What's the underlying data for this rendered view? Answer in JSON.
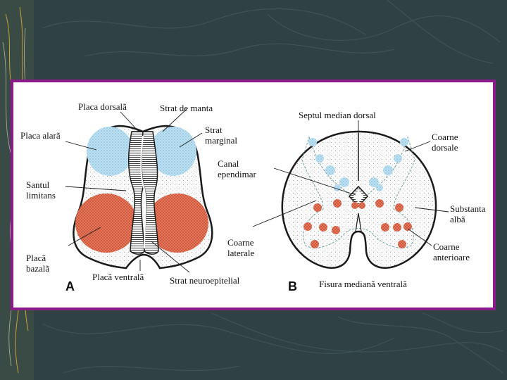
{
  "colors": {
    "background": "#2f4144",
    "frame_border": "#8c1a8c",
    "alar_plate": "#8ec9e6",
    "basal_plate": "#d8482e",
    "outline": "#1a1a1a"
  },
  "panel_a": {
    "letter": "A",
    "labels": {
      "placa_dorsala": "Placa dorsalã",
      "strat_de_manta": "Strat de manta",
      "placa_alara": "Placa alarã",
      "strat_marginal": [
        "Strat",
        "marginal"
      ],
      "santul_limitans": [
        "Santul",
        "limitans"
      ],
      "placa_bazala": [
        "Placã",
        "bazalã"
      ],
      "placa_ventrala": "Placã ventralã",
      "strat_neuroepitelial": "Strat neuroepitelial"
    }
  },
  "panel_b": {
    "letter": "B",
    "labels": {
      "septul_median_dorsal": "Septul median dorsal",
      "canal_ependimar": [
        "Canal",
        "ependimar"
      ],
      "coarne_dorsale": [
        "Coarne",
        "dorsale"
      ],
      "substanta_alba": [
        "Substanta",
        "albã"
      ],
      "coarne_laterale": [
        "Coarne",
        "laterale"
      ],
      "coarne_anterioare": [
        "Coarne",
        "anterioare"
      ],
      "fisura_mediana_ventrala": "Fisura medianã ventralã"
    }
  }
}
